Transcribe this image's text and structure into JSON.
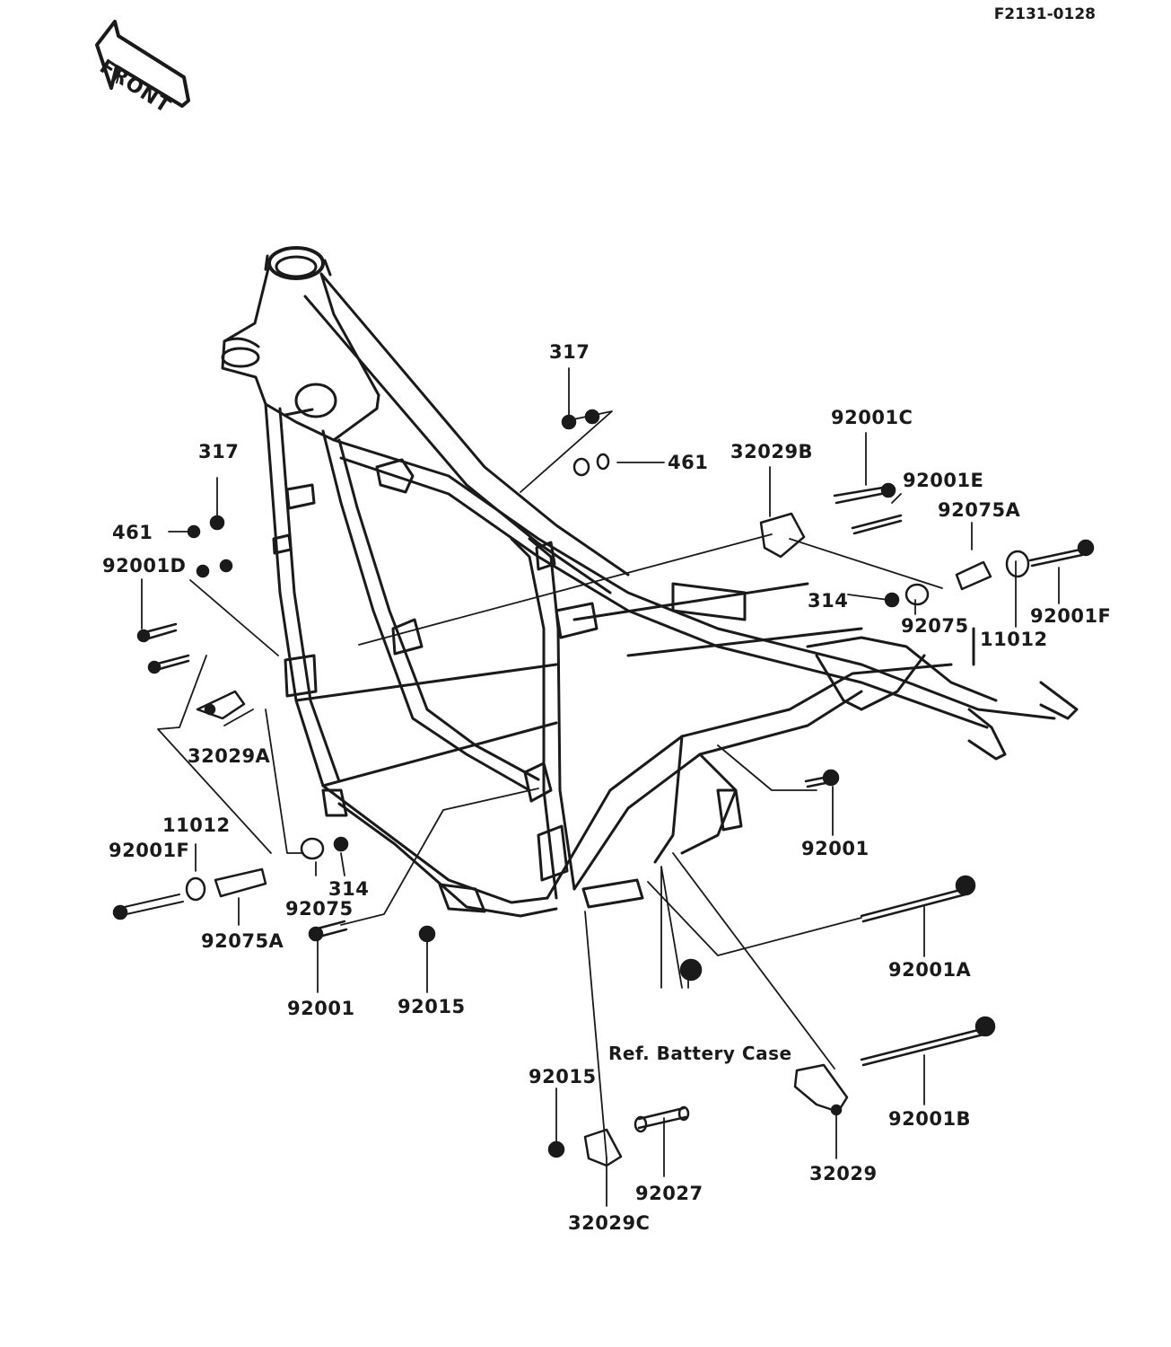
{
  "drawing_code": "F2131-0128",
  "front_arrow": "FRONT",
  "callouts": [
    "317",
    "461",
    "317",
    "461",
    "92001D",
    "32029A",
    "11012",
    "92001F",
    "92075A",
    "92075",
    "314",
    "92001",
    "92015",
    "32029B",
    "92001C",
    "92001E",
    "92075A",
    "92001F",
    "314",
    "92075",
    "11012",
    "92001",
    "92001A",
    "Ref. Battery Case",
    "92001B",
    "32029",
    "92015",
    "32029C",
    "92027"
  ]
}
